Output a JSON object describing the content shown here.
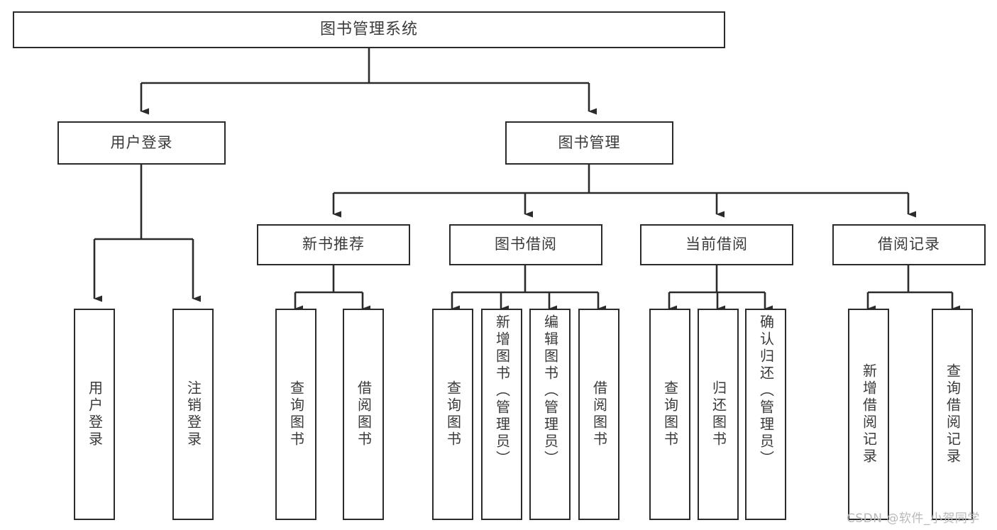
{
  "diagram": {
    "type": "tree",
    "title": "图书管理系统",
    "orientation": "top-down",
    "edge_color": "#2b2b2b",
    "box_border_color": "#2b2b2b",
    "box_fill_color": "#ffffff",
    "text_color": "#3a3a3a",
    "background_color": "#ffffff"
  },
  "nodes": {
    "root": {
      "label": "图书管理系统"
    },
    "level2": [
      {
        "label": "用户登录"
      },
      {
        "label": "图书管理"
      }
    ],
    "level3": [
      {
        "label": "新书推荐"
      },
      {
        "label": "图书借阅"
      },
      {
        "label": "当前借阅"
      },
      {
        "label": "借阅记录"
      }
    ],
    "leaves": {
      "user_login": [
        {
          "label": "用户登录"
        },
        {
          "label": "注销登录"
        }
      ],
      "new_book_recommend": [
        {
          "label": "查询图书"
        },
        {
          "label": "借阅图书"
        }
      ],
      "book_borrow": [
        {
          "label": "查询图书"
        },
        {
          "label": "新增图书（管理员）"
        },
        {
          "label": "编辑图书（管理员）"
        },
        {
          "label": "借阅图书"
        }
      ],
      "current_borrow": [
        {
          "label": "查询图书"
        },
        {
          "label": "归还图书"
        },
        {
          "label": "确认归还（管理员）"
        }
      ],
      "borrow_record": [
        {
          "label": "新增借阅记录"
        },
        {
          "label": "查询借阅记录"
        }
      ]
    }
  },
  "watermark": {
    "text": "CSDN @软件_小贺同学",
    "color": "#b9b9b9"
  }
}
